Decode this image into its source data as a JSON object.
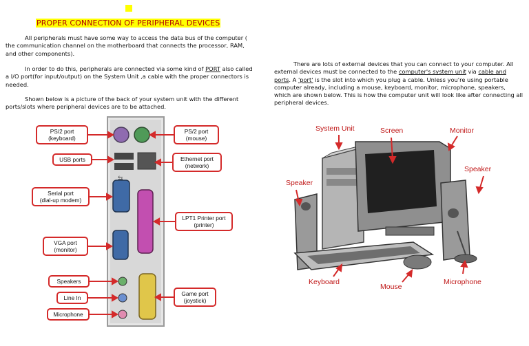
{
  "doc": {
    "title": "PROPER CONNECTION OF PERIPHERAL DEVICES",
    "para1": "All peripherals must have some way to access the data bus of the computer ( the communication channel on the motherboard that connects the processor, RAM, and other components).",
    "para2_a": "In order to do this, peripherals are connected via some kind of ",
    "para2_port": "PORT",
    "para2_b": " also called a I/O port(for input/output) on the System Unit ,a cable with the proper connectors is needed.",
    "para3": "Shown below is a picture of the back of your system unit with the different ports/slots where peripheral devices are to be attached.",
    "right_a": "There are lots of external devices that you can connect to your computer. All external devices must be connected to the ",
    "right_link1": "computer's system unit",
    "right_b": " via ",
    "right_link2": "cable and ports",
    "right_c": ". A ",
    "right_link3": "'port'",
    "right_d": " is the slot into which you plug a cable. Unless you're using portable computer already, including a mouse, keyboard, monitor, microphone, speakers, which are shown below. This is how the computer unit will look like after connecting all peripheral devices."
  },
  "ports_diagram": {
    "left_labels": [
      "PS/2 port\n(keyboard)",
      "USB ports",
      "Serial port\n(dial-up modem)",
      "VGA port\n(monitor)",
      "Speakers",
      "Line In",
      "Microphone"
    ],
    "right_labels": [
      "PS/2 port\n(mouse)",
      "Ethernet port\n(network)",
      "LPT1 Printer port\n(printer)",
      "Game port\n(joystick)"
    ]
  },
  "pc_diagram": {
    "labels": [
      "System Unit",
      "Screen",
      "Monitor",
      "Speaker",
      "Speaker",
      "Keyboard",
      "Mouse",
      "Microphone"
    ]
  },
  "colors": {
    "highlight": "#ffff00",
    "title_text": "#b00000",
    "callout_border": "#d42a2a",
    "callout_text": "#c01818"
  }
}
